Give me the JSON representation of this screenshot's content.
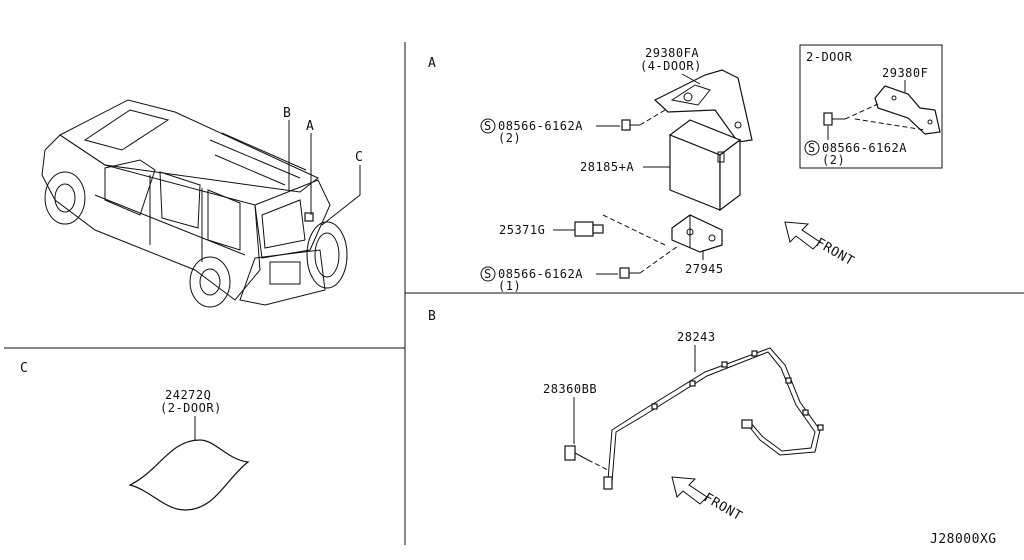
{
  "sections": {
    "a": {
      "letter": "A"
    },
    "b": {
      "letter": "B"
    },
    "c": {
      "letter": "C"
    }
  },
  "vehicle_callouts": {
    "b": "B",
    "a": "A",
    "c": "C"
  },
  "section_a": {
    "part_29380fa": "29380FA",
    "part_29380fa_note": "(4-DOOR)",
    "bolt_top_symbol": "S",
    "bolt_top": "08566-6162A",
    "bolt_top_qty": "(2)",
    "part_28185a": "28185+A",
    "part_25371g": "25371G",
    "part_27945": "27945",
    "bolt_bottom_symbol": "S",
    "bolt_bottom": "08566-6162A",
    "bolt_bottom_qty": "(1)",
    "front": "FRONT",
    "inset": {
      "title": "2-DOOR",
      "part_29380f": "29380F",
      "bolt_symbol": "S",
      "bolt": "08566-6162A",
      "bolt_qty": "(2)"
    }
  },
  "section_b": {
    "part_28243": "28243",
    "part_28360bb": "28360BB",
    "front": "FRONT"
  },
  "section_c": {
    "part_24272q": "24272Q",
    "part_24272q_note": "(2-DOOR)"
  },
  "diagram_id": "J28000XG"
}
